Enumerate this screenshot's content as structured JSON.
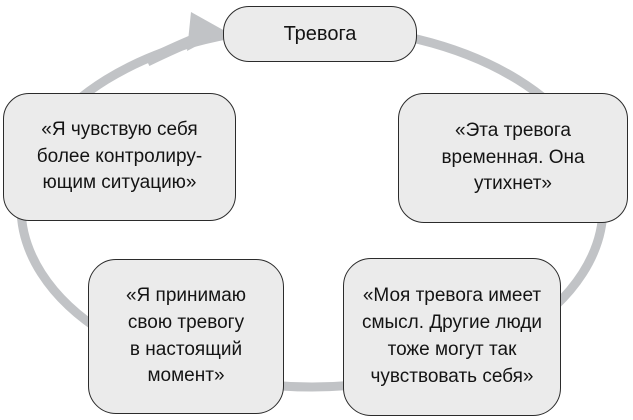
{
  "diagram": {
    "title": "Тревога",
    "arrow_direction": "clockwise",
    "nodes": [
      {
        "key": "anxiety",
        "position": "top",
        "text": "Тревога"
      },
      {
        "key": "temporary",
        "position": "right",
        "text": "«Эта тревога\nвременная. Она\nутихнет»"
      },
      {
        "key": "makes-sense",
        "position": "bottom-right",
        "text": "«Моя тревога имеет\nсмысл. Другие люди\nтоже могут так\nчувствовать себя»"
      },
      {
        "key": "accept",
        "position": "bottom-left",
        "text": "«Я принимаю\nсвою тревогу\nв настоящий\nмомент»"
      },
      {
        "key": "control",
        "position": "left",
        "text": "«Я чувствую себя\nболее контролиру-\nющим ситуацию»"
      }
    ],
    "colors": {
      "box_fill": "#ebebeb",
      "box_border": "#2b2b2b",
      "arrow": "#c1c3c6",
      "text": "#141414",
      "background": "#ffffff"
    }
  }
}
